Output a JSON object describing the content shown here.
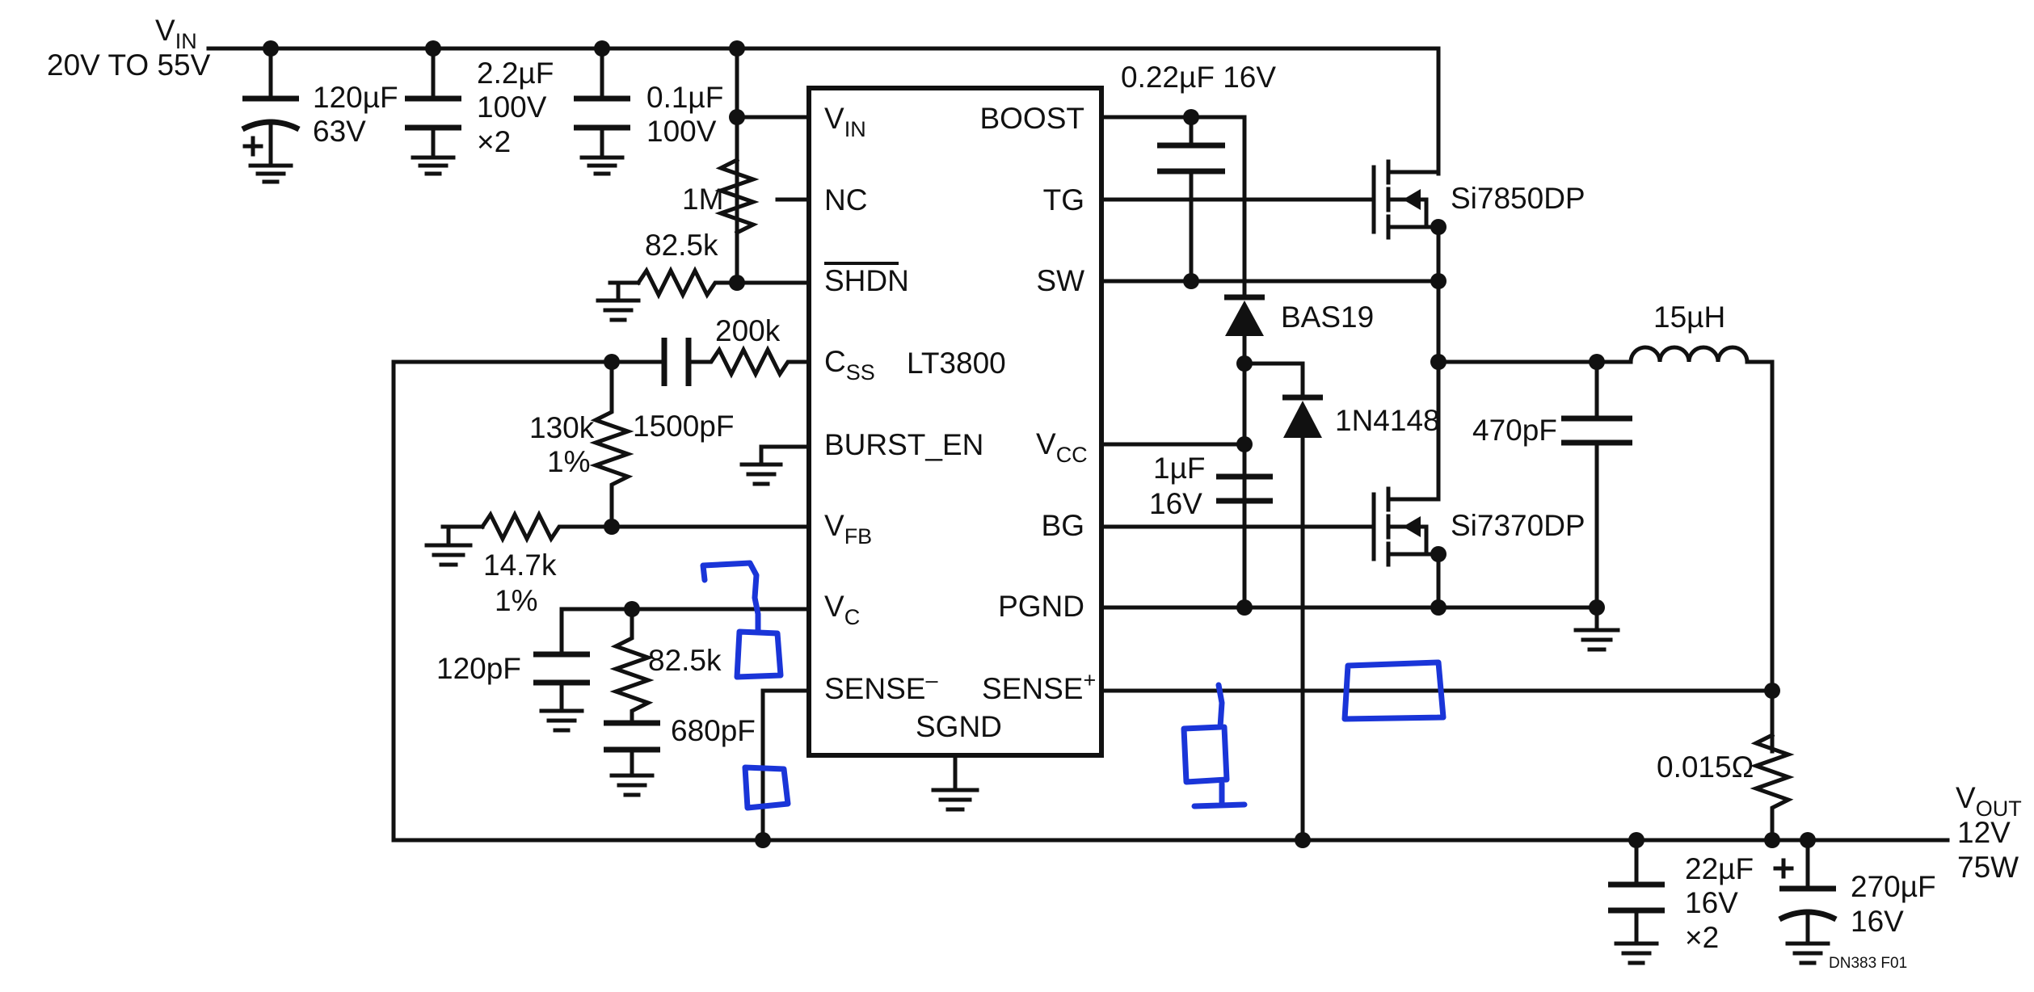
{
  "input": {
    "name": "V",
    "sub": "IN",
    "range": "20V TO 55V"
  },
  "output": {
    "name": "V",
    "sub": "OUT",
    "voltage": "12V",
    "power": "75W"
  },
  "ic": {
    "part": "LT3800",
    "pins_left": {
      "vin": {
        "main": "V",
        "sub": "IN"
      },
      "nc": "NC",
      "shdn": "SHDN",
      "css": {
        "main": "C",
        "sub": "SS"
      },
      "burst_en": "BURST_EN",
      "vfb": {
        "main": "V",
        "sub": "FB"
      },
      "vc": {
        "main": "V",
        "sub": "C"
      },
      "sense_minus": {
        "main": "SENSE",
        "sup": "–"
      }
    },
    "pins_right": {
      "boost": "BOOST",
      "tg": "TG",
      "sw": "SW",
      "vcc": {
        "main": "V",
        "sub": "CC"
      },
      "bg": "BG",
      "pgnd": "PGND",
      "sense_plus": {
        "main": "SENSE",
        "sup": "+"
      }
    },
    "pin_bottom": {
      "sgnd": "SGND"
    }
  },
  "input_caps": [
    {
      "value": "120µF",
      "rating": "63V",
      "polarized": true
    },
    {
      "value": "2.2µF",
      "rating": "100V",
      "count": "×2"
    },
    {
      "value": "0.1µF",
      "rating": "100V"
    }
  ],
  "components": {
    "r_1m": "1M",
    "r_82k5_shdn": "82.5k",
    "r_200k": "200k",
    "c_1500pf": "1500pF",
    "r_130k": {
      "value": "130k",
      "tol": "1%"
    },
    "r_14k7": {
      "value": "14.7k",
      "tol": "1%"
    },
    "c_120pf": "120pF",
    "r_82k5_vc": "82.5k",
    "c_680pf": "680pF",
    "c_boost": "0.22µF 16V",
    "c_vcc": {
      "value": "1µF",
      "rating": "16V"
    },
    "d_bas19": "BAS19",
    "d_1n4148": "1N4148",
    "q_top": "Si7850DP",
    "q_bottom": "Si7370DP",
    "inductor": "15µH",
    "c_snubber": "470pF",
    "r_sense": "0.015Ω",
    "c_out_ceramic": {
      "value": "22µF",
      "rating": "16V",
      "count": "×2"
    },
    "c_out_bulk": {
      "value": "270µF",
      "rating": "16V",
      "polarized": true
    }
  },
  "figure_code": "DN383 F01",
  "colors": {
    "wire": "#111111",
    "annotation_ink": "#1a35d8",
    "background": "#ffffff"
  }
}
